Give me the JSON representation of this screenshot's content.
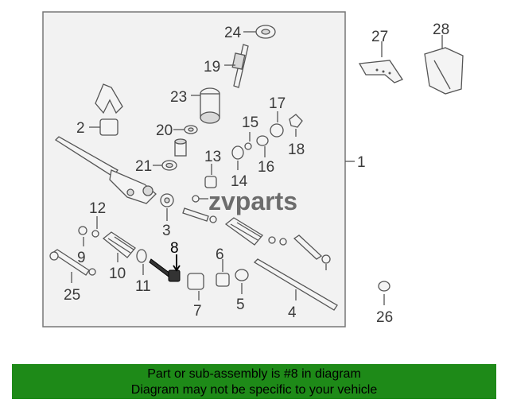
{
  "diagram": {
    "callouts": [
      "1",
      "2",
      "3",
      "4",
      "5",
      "6",
      "7",
      "8",
      "9",
      "10",
      "11",
      "12",
      "13",
      "14",
      "15",
      "16",
      "17",
      "18",
      "19",
      "20",
      "21",
      "23",
      "24",
      "25",
      "26",
      "27",
      "28"
    ],
    "highlighted": "8",
    "watermark": "zvparts"
  },
  "banner": {
    "line1": "Part or sub-assembly is #8 in diagram",
    "line2": "Diagram may not be specific to your vehicle",
    "bg": "#1e8a18"
  }
}
